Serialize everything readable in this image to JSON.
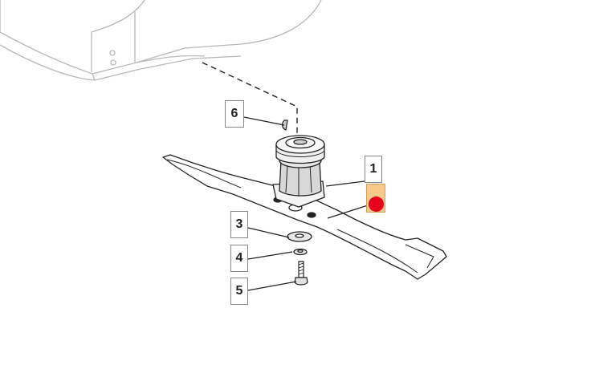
{
  "callouts": {
    "part_6": "6",
    "part_1": "1",
    "part_3": "3",
    "part_4": "4",
    "part_5": "5"
  },
  "colors": {
    "line": "#222222",
    "faint_line": "#b5b5b5",
    "highlight_fill": "#f7c98a",
    "marker": "#e8001c"
  },
  "icons": {
    "marker": "red-dot-marker-icon"
  }
}
